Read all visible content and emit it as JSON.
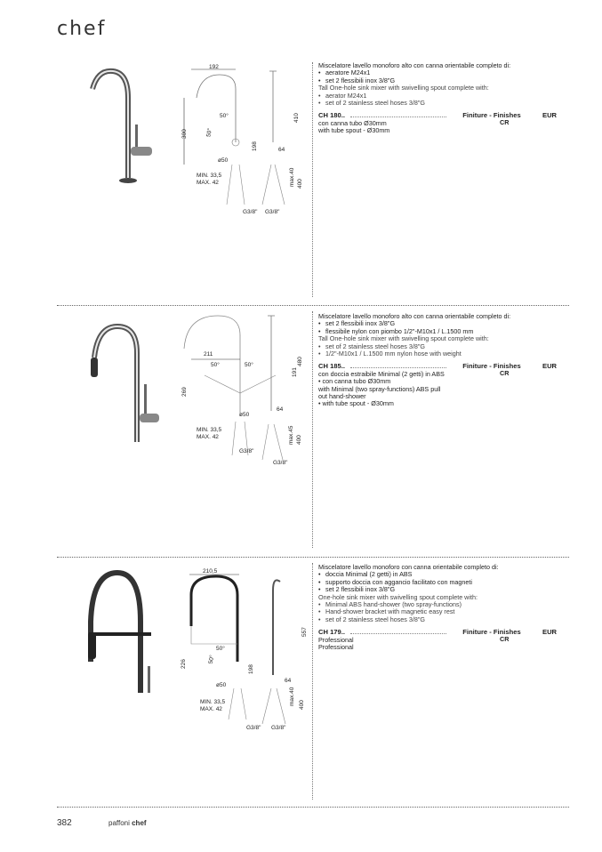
{
  "header": {
    "brand": "chef"
  },
  "products": [
    {
      "lines": [
        {
          "text": "Miscelatore lavello monoforo alto con canna orientabile completo di:",
          "bullet": false,
          "lang": "it"
        },
        {
          "text": "aeratore M24x1",
          "bullet": true,
          "lang": "it"
        },
        {
          "text": "set 2 flessibili inox 3/8\"G",
          "bullet": true,
          "lang": "it"
        },
        {
          "text": "Tall One-hole sink mixer with swivelling spout complete with:",
          "bullet": false,
          "lang": "en"
        },
        {
          "text": "aerator M24x1",
          "bullet": true,
          "lang": "en"
        },
        {
          "text": "set of 2 stainless steel hoses 3/8\"G",
          "bullet": true,
          "lang": "en"
        }
      ],
      "code": "CH 180..",
      "finishes_label": "Finiture - Finishes",
      "eur_label": "EUR",
      "variant_lines": [
        "con canna tubo Ø30mm",
        "with tube spout - Ø30mm"
      ],
      "finish": "CR",
      "dims": {
        "width": "192",
        "height_left": "300",
        "height_right": "410",
        "mid": "198",
        "base": "ø50",
        "offset": "64",
        "angle_a": "50°",
        "angle_b": "50°",
        "min_max": [
          "MIN. 33,5",
          "MAX. 42"
        ],
        "hose_len": "400",
        "hose_max": "max.40",
        "thread_a": "G3/8\"",
        "thread_b": "G3/8\""
      }
    },
    {
      "lines": [
        {
          "text": "Miscelatore lavello monoforo alto con canna orientabile completo di:",
          "bullet": false,
          "lang": "it"
        },
        {
          "text": "set 2 flessibili inox 3/8\"G",
          "bullet": true,
          "lang": "it"
        },
        {
          "text": "flessibile nylon con piombo 1/2\"-M10x1 / L.1500 mm",
          "bullet": true,
          "lang": "it"
        },
        {
          "text": "Tall One-hole sink mixer with swivelling spout complete with:",
          "bullet": false,
          "lang": "en"
        },
        {
          "text": "set of 2 stainless steel hoses 3/8\"G",
          "bullet": true,
          "lang": "en"
        },
        {
          "text": "1/2\"-M10x1 / L.1500 mm nylon hose with weight",
          "bullet": true,
          "lang": "en"
        }
      ],
      "code": "CH 185..",
      "finishes_label": "Finiture - Finishes",
      "eur_label": "EUR",
      "variant_lines": [
        "con doccia estraibile Minimal (2 getti) in ABS",
        "• con canna tubo Ø30mm",
        "with Minimal (two spray-functions) ABS pull",
        "out hand-shower",
        "• with tube spout - Ø30mm"
      ],
      "finish": "CR",
      "dims": {
        "width": "211",
        "height_left": "269",
        "height_right": "480",
        "mid": "191",
        "base": "ø50",
        "offset": "64",
        "angle_a": "50°",
        "angle_b": "50°",
        "min_max": [
          "MIN. 33,5",
          "MAX. 42"
        ],
        "hose_len": "400",
        "hose_max": "max.45",
        "thread_a": "G3/8\"",
        "thread_b": "G3/8\""
      }
    },
    {
      "lines": [
        {
          "text": "Miscelatore lavello monoforo con canna orientabile completo di:",
          "bullet": false,
          "lang": "it"
        },
        {
          "text": "doccia Minimal (2 getti) in ABS",
          "bullet": true,
          "lang": "it"
        },
        {
          "text": "supporto doccia con aggancio facilitato  con magneti",
          "bullet": true,
          "lang": "it"
        },
        {
          "text": "set 2 flessibili inox 3/8\"G",
          "bullet": true,
          "lang": "it"
        },
        {
          "text": "One-hole sink mixer with swivelling spout complete with:",
          "bullet": false,
          "lang": "en"
        },
        {
          "text": "Minimal ABS hand-shower (two spray-functions)",
          "bullet": true,
          "lang": "en"
        },
        {
          "text": "Hand-shower bracket with magnetic easy rest",
          "bullet": true,
          "lang": "en"
        },
        {
          "text": "set of 2 stainless steel hoses 3/8\"G",
          "bullet": true,
          "lang": "en"
        }
      ],
      "code": "CH 179..",
      "finishes_label": "Finiture - Finishes",
      "eur_label": "EUR",
      "variant_lines": [
        "Professional",
        "Professional"
      ],
      "finish": "CR",
      "dims": {
        "width": "210,5",
        "height_left": "226",
        "height_right": "557",
        "mid": "198",
        "base": "ø50",
        "offset": "64",
        "angle_a": "50°",
        "angle_b": "50°",
        "min_max": [
          "MIN. 33,5",
          "MAX. 42"
        ],
        "hose_len": "400",
        "hose_max": "max.40",
        "thread_a": "G3/8\"",
        "thread_b": "G3/8\""
      }
    }
  ],
  "footer": {
    "page": "382",
    "brand_light": "paffoni",
    "brand_bold": "chef"
  }
}
